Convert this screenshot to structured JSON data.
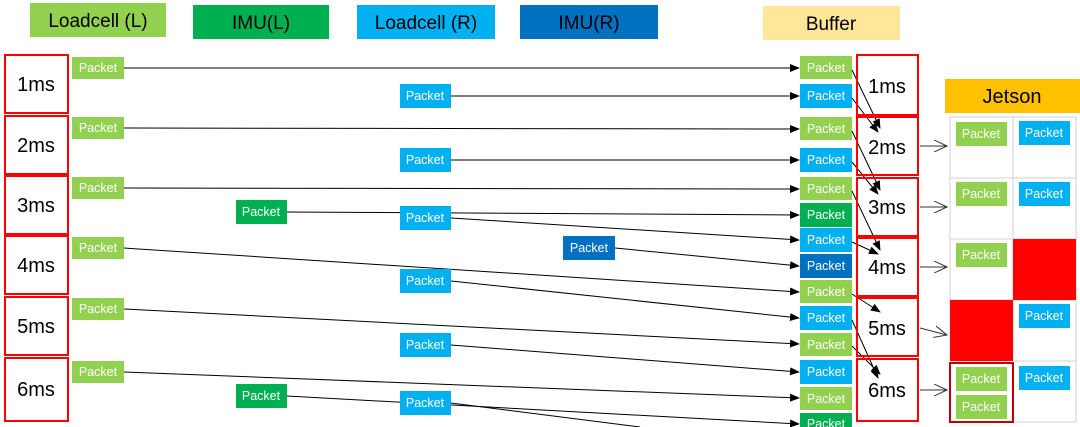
{
  "legend": {
    "loadcell_l": "Loadcell (L)",
    "imu_l": "IMU(L)",
    "loadcell_r": "Loadcell (R)",
    "imu_r": "IMU(R)",
    "buffer": "Buffer"
  },
  "jetson": {
    "title": "Jetson"
  },
  "packet_label": "Packet",
  "time_slots": [
    "1ms",
    "2ms",
    "3ms",
    "4ms",
    "5ms",
    "6ms"
  ],
  "buffer_slots": [
    "1ms",
    "2ms",
    "3ms",
    "4ms",
    "5ms",
    "6ms"
  ],
  "colors": {
    "loadcell_l": "#92d050",
    "imu_l": "#00b050",
    "loadcell_r": "#00b0f0",
    "imu_r": "#0070c0",
    "buffer": "#ffe699",
    "jetson": "#ffc000",
    "slot_border": "#ff0000",
    "missing": "#ff0000"
  }
}
